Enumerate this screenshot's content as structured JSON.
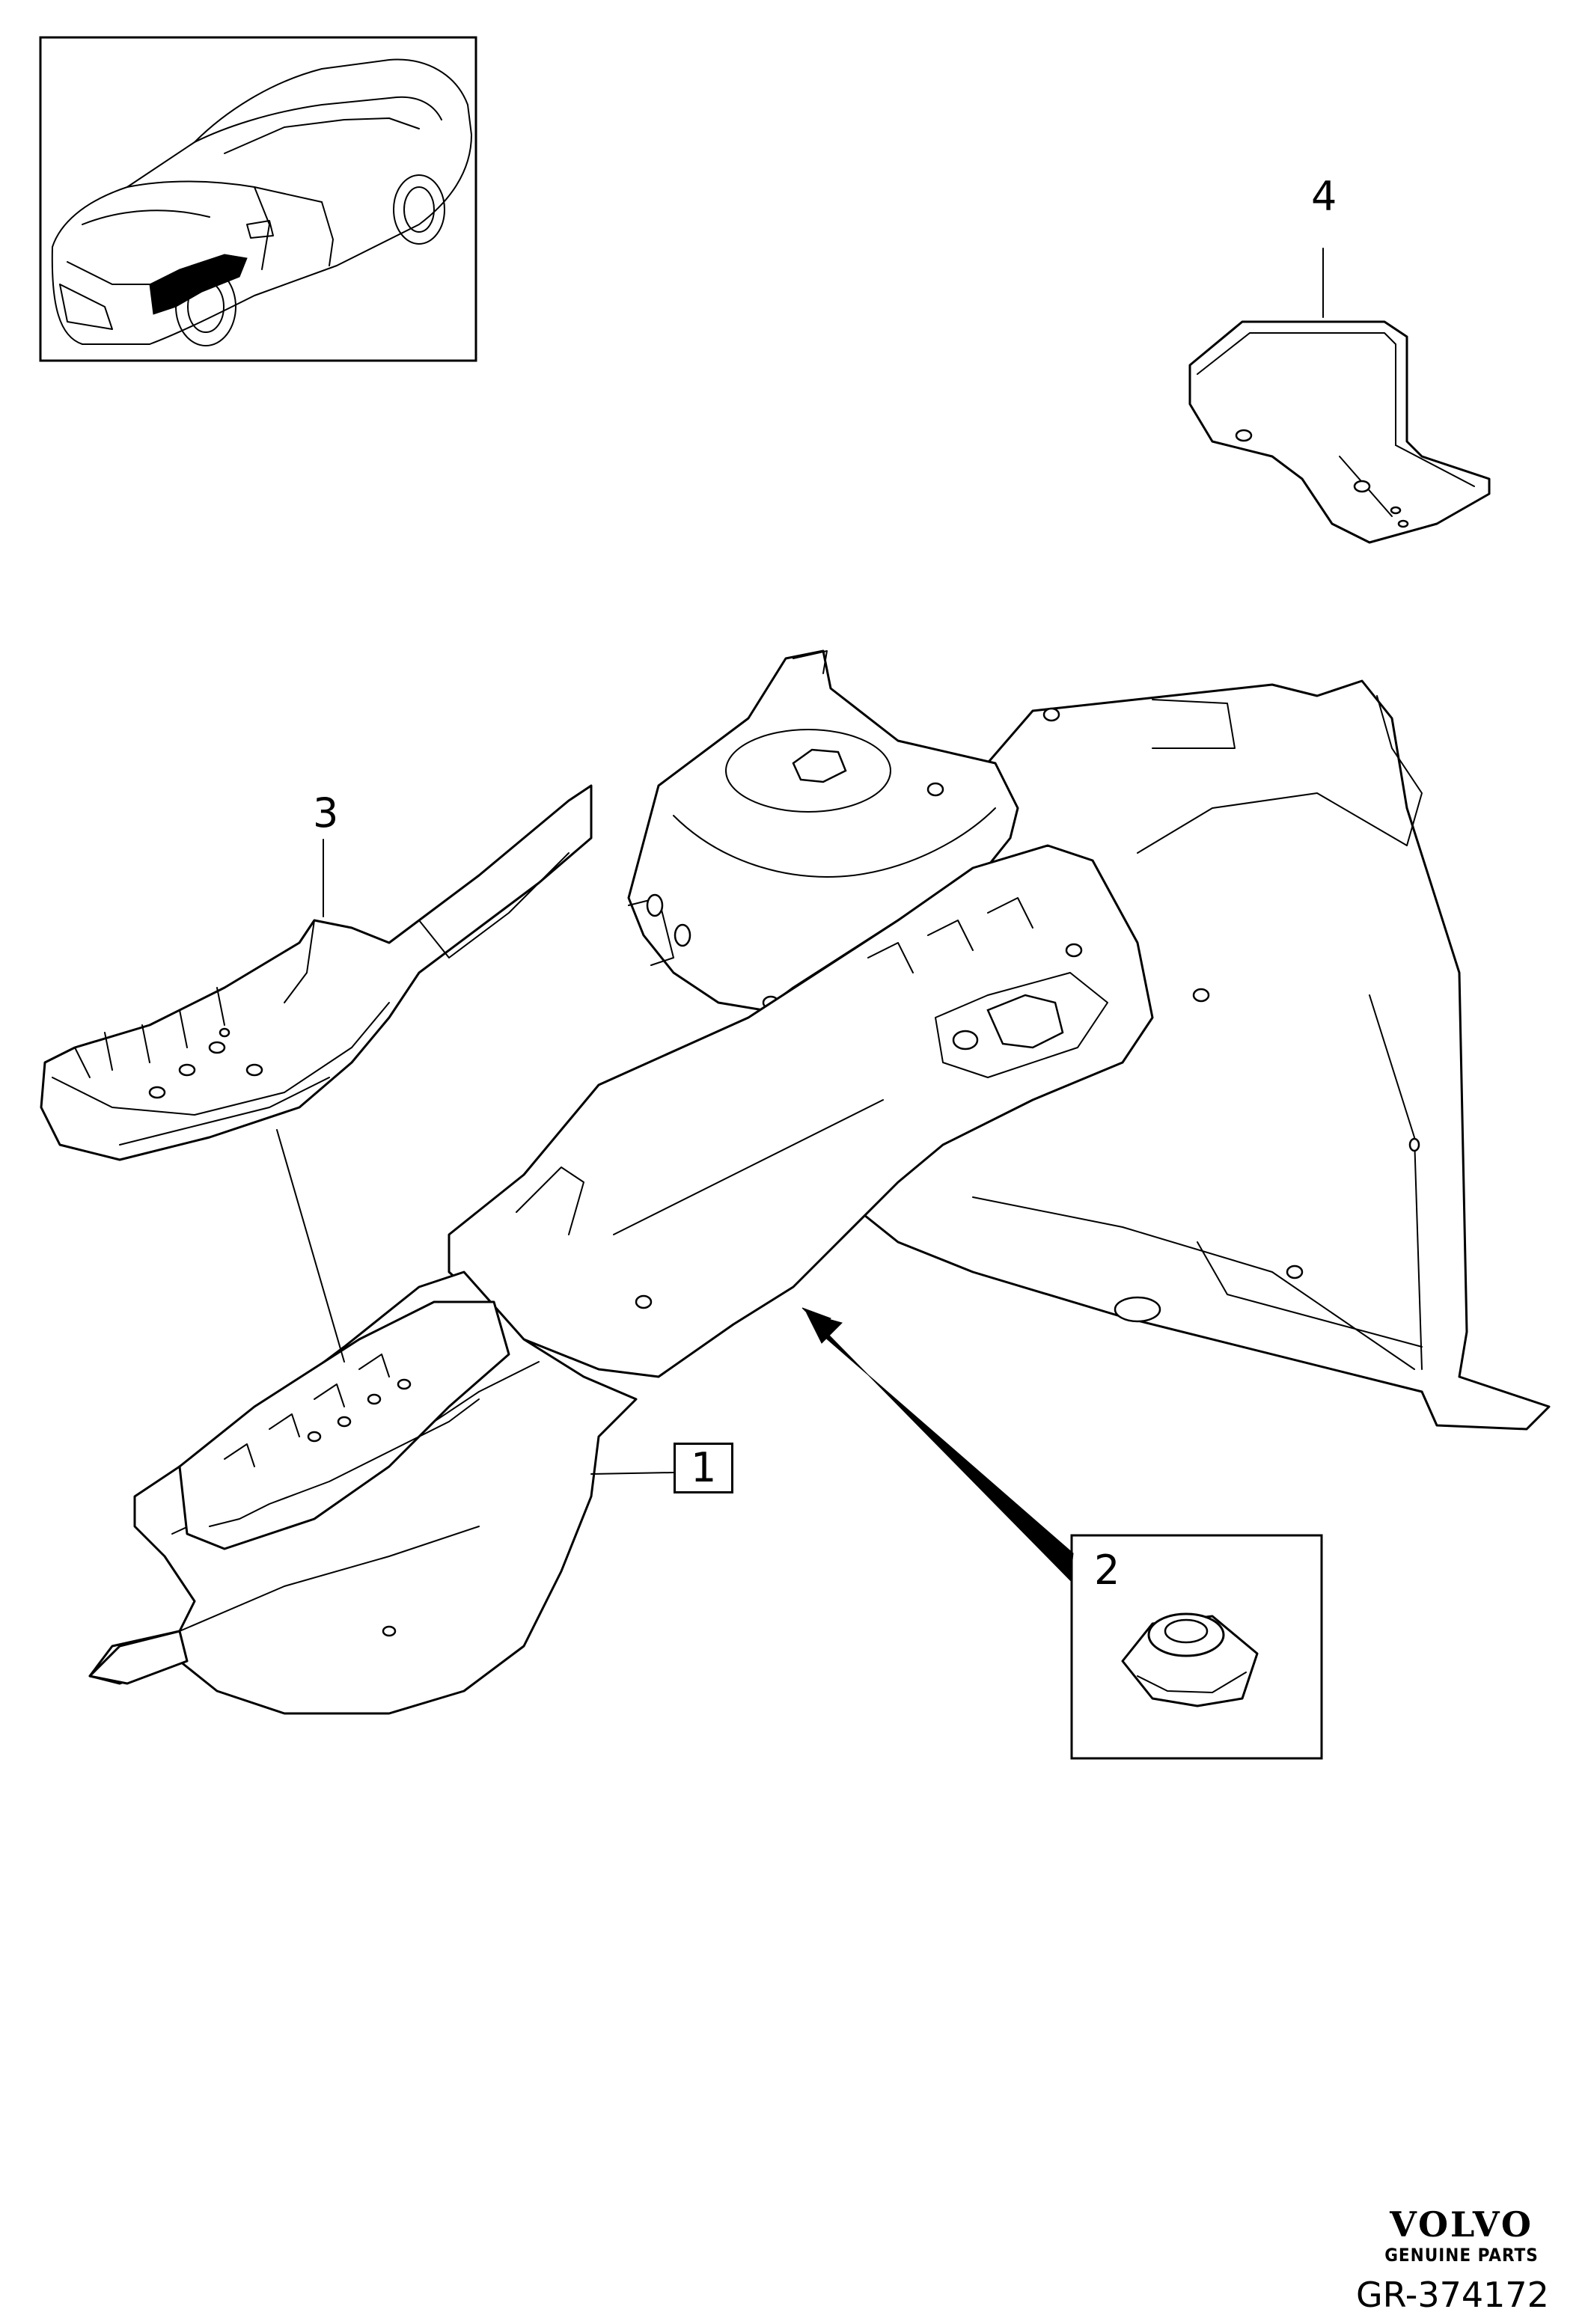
{
  "callouts": {
    "part_1": "1",
    "part_2": "2",
    "part_3": "3",
    "part_4": "4"
  },
  "brand": {
    "name": "VOLVO",
    "tagline": "GENUINE PARTS"
  },
  "reference": "GR-374172"
}
